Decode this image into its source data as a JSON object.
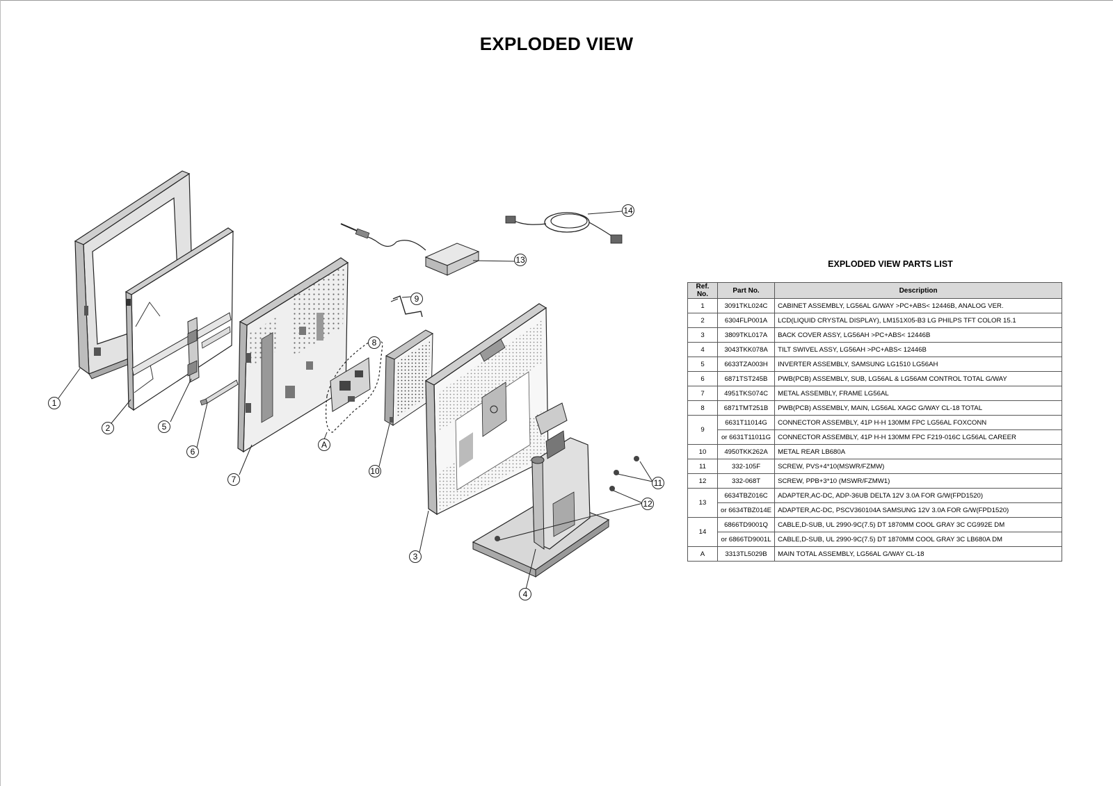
{
  "page_title": "EXPLODED VIEW",
  "callouts": {
    "c1": "1",
    "c2": "2",
    "c3": "3",
    "c4": "4",
    "c5": "5",
    "c6": "6",
    "c7": "7",
    "c8": "8",
    "c9": "9",
    "c10": "10",
    "c11": "11",
    "c12": "12",
    "c13": "13",
    "c14": "14",
    "cA": "A"
  },
  "parts_list": {
    "title": "EXPLODED VIEW PARTS LIST",
    "headers": {
      "ref": "Ref. No.",
      "part": "Part No.",
      "desc": "Description"
    },
    "rows": [
      {
        "ref": "1",
        "part": "3091TKL024C",
        "desc": "CABINET ASSEMBLY, LG56AL G/WAY >PC+ABS< 12446B, ANALOG VER."
      },
      {
        "ref": "2",
        "part": "6304FLP001A",
        "desc": "LCD(LIQUID CRYSTAL DISPLAY), LM151X05-B3 LG PHILPS TFT COLOR 15.1"
      },
      {
        "ref": "3",
        "part": "3809TKL017A",
        "desc": "BACK COVER ASSY, LG56AH >PC+ABS< 12446B"
      },
      {
        "ref": "4",
        "part": "3043TKK078A",
        "desc": "TILT SWIVEL ASSY, LG56AH >PC+ABS< 12446B"
      },
      {
        "ref": "5",
        "part": "6633TZA003H",
        "desc": "INVERTER ASSEMBLY, SAMSUNG LG1510 LG56AH"
      },
      {
        "ref": "6",
        "part": "6871TST245B",
        "desc": "PWB(PCB) ASSEMBLY, SUB, LG56AL & LG56AM CONTROL TOTAL G/WAY"
      },
      {
        "ref": "7",
        "part": "4951TKS074C",
        "desc": "METAL ASSEMBLY, FRAME LG56AL"
      },
      {
        "ref": "8",
        "part": "6871TMT251B",
        "desc": "PWB(PCB) ASSEMBLY, MAIN, LG56AL XAGC G/WAY CL-18 TOTAL"
      },
      {
        "ref": "9",
        "part": "6631T11014G",
        "desc": "CONNECTOR ASSEMBLY, 41P H-H 130MM FPC LG56AL FOXCONN"
      },
      {
        "ref": "",
        "part": "or 6631T11011G",
        "desc": "CONNECTOR ASSEMBLY, 41P H-H 130MM FPC F219-016C LG56AL CAREER"
      },
      {
        "ref": "10",
        "part": "4950TKK262A",
        "desc": "METAL  REAR LB680A"
      },
      {
        "ref": "11",
        "part": "332-105F",
        "desc": "SCREW, PVS+4*10(MSWR/FZMW)"
      },
      {
        "ref": "12",
        "part": "332-068T",
        "desc": "SCREW, PPB+3*10 (MSWR/FZMW1)"
      },
      {
        "ref": "13",
        "part": "6634TBZ016C",
        "desc": "ADAPTER,AC-DC, ADP-36UB DELTA 12V 3.0A FOR G/W(FPD1520)"
      },
      {
        "ref": "",
        "part": "or 6634TBZ014E",
        "desc": "ADAPTER,AC-DC, PSCV360104A SAMSUNG 12V 3.0A FOR G/W(FPD1520)"
      },
      {
        "ref": "14",
        "part": "6866TD9001Q",
        "desc": "CABLE,D-SUB, UL 2990-9C(7.5) DT 1870MM COOL GRAY 3C CG992E DM"
      },
      {
        "ref": "",
        "part": "or 6866TD9001L",
        "desc": "CABLE,D-SUB, UL 2990-9C(7.5) DT 1870MM COOL GRAY 3C LB680A DM"
      },
      {
        "ref": "A",
        "part": "3313TL5029B",
        "desc": "MAIN TOTAL ASSEMBLY, LG56AL G/WAY CL-18"
      }
    ]
  }
}
